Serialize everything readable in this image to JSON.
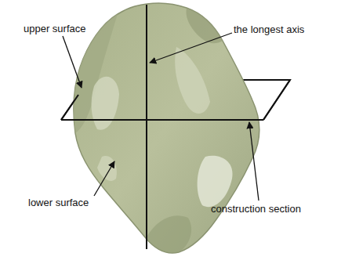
{
  "diagram": {
    "labels": [
      "upper surface",
      "the longest axis",
      "lower surface",
      "construction section"
    ]
  }
}
